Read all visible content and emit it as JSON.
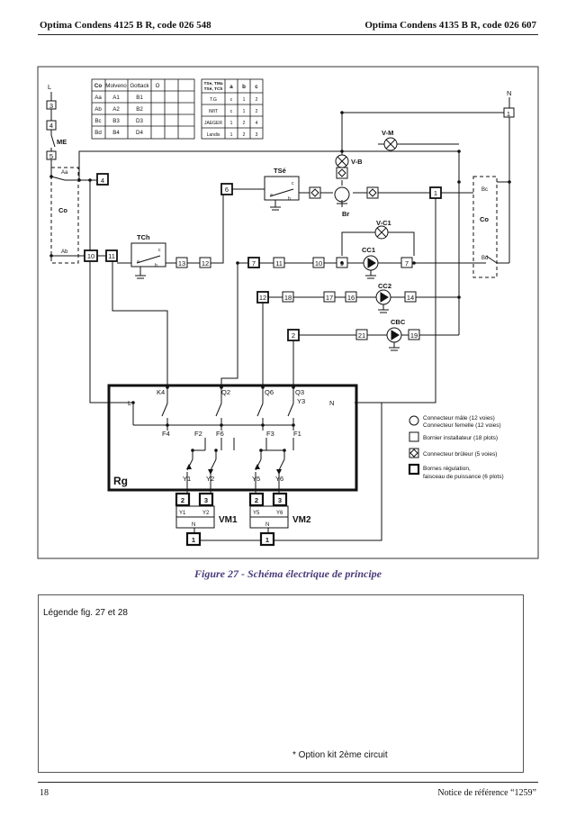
{
  "header": {
    "left": "Optima Condens  4125 B R, code 026 548",
    "right": "Optima Condens  4135 B R, code 026 607"
  },
  "caption": "Figure 27 - Schéma électrique de principe",
  "legend": {
    "title": "Légende fig. 27 et 28",
    "note": "* Option kit 2ème circuit"
  },
  "footer": {
    "page": "18",
    "reference": "Notice de référence “1259”"
  },
  "diagram": {
    "table1": {
      "headers": [
        "Co",
        "Molveno",
        "Gottack"
      ],
      "rows": [
        [
          "Aa",
          "A1",
          "B1"
        ],
        [
          "Ab",
          "A2",
          "B2"
        ],
        [
          "Bc",
          "B3",
          "D3"
        ],
        [
          "Bd",
          "B4",
          "D4"
        ]
      ],
      "symbol_header": "O"
    },
    "table2": {
      "header_lines": [
        "TSe, TMa",
        "TSé, TCh"
      ],
      "cols": [
        "a",
        "b",
        "c"
      ],
      "rows": [
        [
          "T.G",
          "c",
          "1",
          "2"
        ],
        [
          "IMIT",
          "c",
          "1",
          "2"
        ],
        [
          "JAEGER",
          "1",
          "2",
          "4"
        ],
        [
          "Landis",
          "1",
          "2",
          "3"
        ]
      ]
    },
    "labels": {
      "L": "L",
      "N_top": "N",
      "ME": "ME",
      "Co_left": "Co",
      "Co_right": "Co",
      "Aa": "Aa",
      "Ab": "Ab",
      "Bc": "Bc",
      "Bd": "Bd",
      "VM": "V-M",
      "VB": "V-B",
      "TSe": "TSé",
      "Br": "Br",
      "TCh": "TCh",
      "VC1": "V-C1",
      "CC1": "CC1",
      "CC2": "CC2",
      "CBC": "CBC",
      "Rg": "Rg",
      "L_rg": "L",
      "N_rg": "N",
      "K4": "K4",
      "Q2": "Q2",
      "Q6": "Q6",
      "Q3": "Q3",
      "Y3": "Y3",
      "F4": "F4",
      "F2": "F2",
      "F6": "F6",
      "F3": "F3",
      "F1": "F1",
      "Y1": "Y1",
      "Y2": "Y2",
      "Y5": "Y5",
      "Y6": "Y6",
      "VM1": "VM1",
      "VM2": "VM2",
      "N1": "N",
      "N2": "N",
      "a": "a",
      "b": "b",
      "c": "c"
    },
    "terminals": {
      "t3": "3",
      "t4a": "4",
      "t5": "5",
      "t1n": "1",
      "t4": "4",
      "t10": "10",
      "t11": "11",
      "t13": "13",
      "t12": "12",
      "t6": "6",
      "t1r": "1",
      "t7a": "7",
      "t11b": "11",
      "t10b": "10",
      "t9": "9",
      "t7b": "7",
      "t12b": "12",
      "t18": "18",
      "t17": "17",
      "t16": "16",
      "t14": "14",
      "t2": "2",
      "t21": "21",
      "t19": "19",
      "v2a": "2",
      "v3a": "3",
      "v2b": "2",
      "v3b": "3",
      "v1a": "1",
      "v1b": "1"
    },
    "key": [
      "Connecteur mâle (12 voies)",
      "Connecteur femelle (12 voies)",
      "Bornier installateur (18 plots)",
      "Connecteur brûleur (5 voies)",
      "Bornes régulation,",
      "faisceau de puissance (6 plots)"
    ]
  }
}
